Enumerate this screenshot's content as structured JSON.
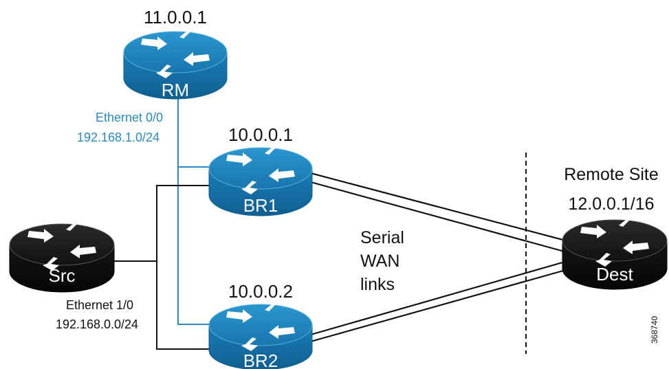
{
  "routers": {
    "rm": {
      "name": "RM",
      "ip": "11.0.0.1",
      "color": "#1a7db8"
    },
    "br1": {
      "name": "BR1",
      "ip": "10.0.0.1",
      "color": "#1a7db8"
    },
    "br2": {
      "name": "BR2",
      "ip": "10.0.0.2",
      "color": "#1a7db8"
    },
    "src": {
      "name": "Src",
      "color": "#111111"
    },
    "dest": {
      "name": "Dest",
      "ip": "12.0.0.1/16",
      "color": "#111111"
    }
  },
  "links": {
    "eth0": {
      "name": "Ethernet 0/0",
      "subnet": "192.168.1.0/24",
      "color": "#2a8ac0"
    },
    "eth1": {
      "name": "Ethernet 1/0",
      "subnet": "192.168.0.0/24",
      "color": "#111111"
    },
    "wan": {
      "line1": "Serial",
      "line2": "WAN",
      "line3": "links"
    }
  },
  "remote_site": {
    "label": "Remote Site"
  },
  "figure_id": "368740"
}
